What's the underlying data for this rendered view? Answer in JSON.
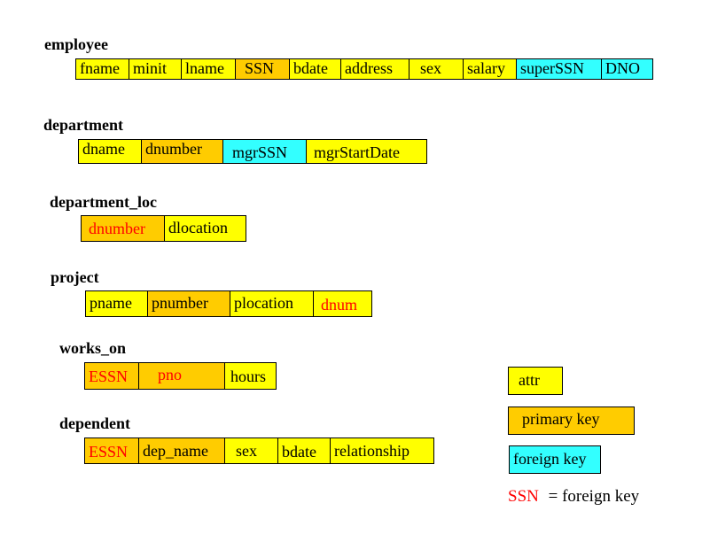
{
  "tables": {
    "employee": {
      "title": "employee",
      "fields": [
        "fname",
        "minit",
        "lname",
        "SSN",
        "bdate",
        "address",
        "sex",
        "salary",
        "superSSN",
        "DNO"
      ]
    },
    "department": {
      "title": "department",
      "fields": [
        "dname",
        "dnumber",
        "mgrSSN",
        "mgrStartDate"
      ]
    },
    "department_loc": {
      "title": "department_loc",
      "fields": [
        "dnumber",
        "dlocation"
      ]
    },
    "project": {
      "title": "project",
      "fields": [
        "pname",
        "pnumber",
        "plocation",
        "dnum"
      ]
    },
    "works_on": {
      "title": "works_on",
      "fields": [
        "ESSN",
        "pno",
        "hours"
      ]
    },
    "dependent": {
      "title": "dependent",
      "fields": [
        "ESSN",
        "dep_name",
        "sex",
        "bdate",
        "relationship"
      ]
    }
  },
  "legend": {
    "attr": "attr",
    "primary_key": "primary key",
    "foreign_key": "foreign key",
    "fk_example": "SSN",
    "fk_eq": "= foreign key"
  },
  "colors": {
    "attribute": "#ffff00",
    "primary_key": "#ffcc00",
    "foreign_key": "#33ffff",
    "foreign_key_text": "#ff0000"
  }
}
